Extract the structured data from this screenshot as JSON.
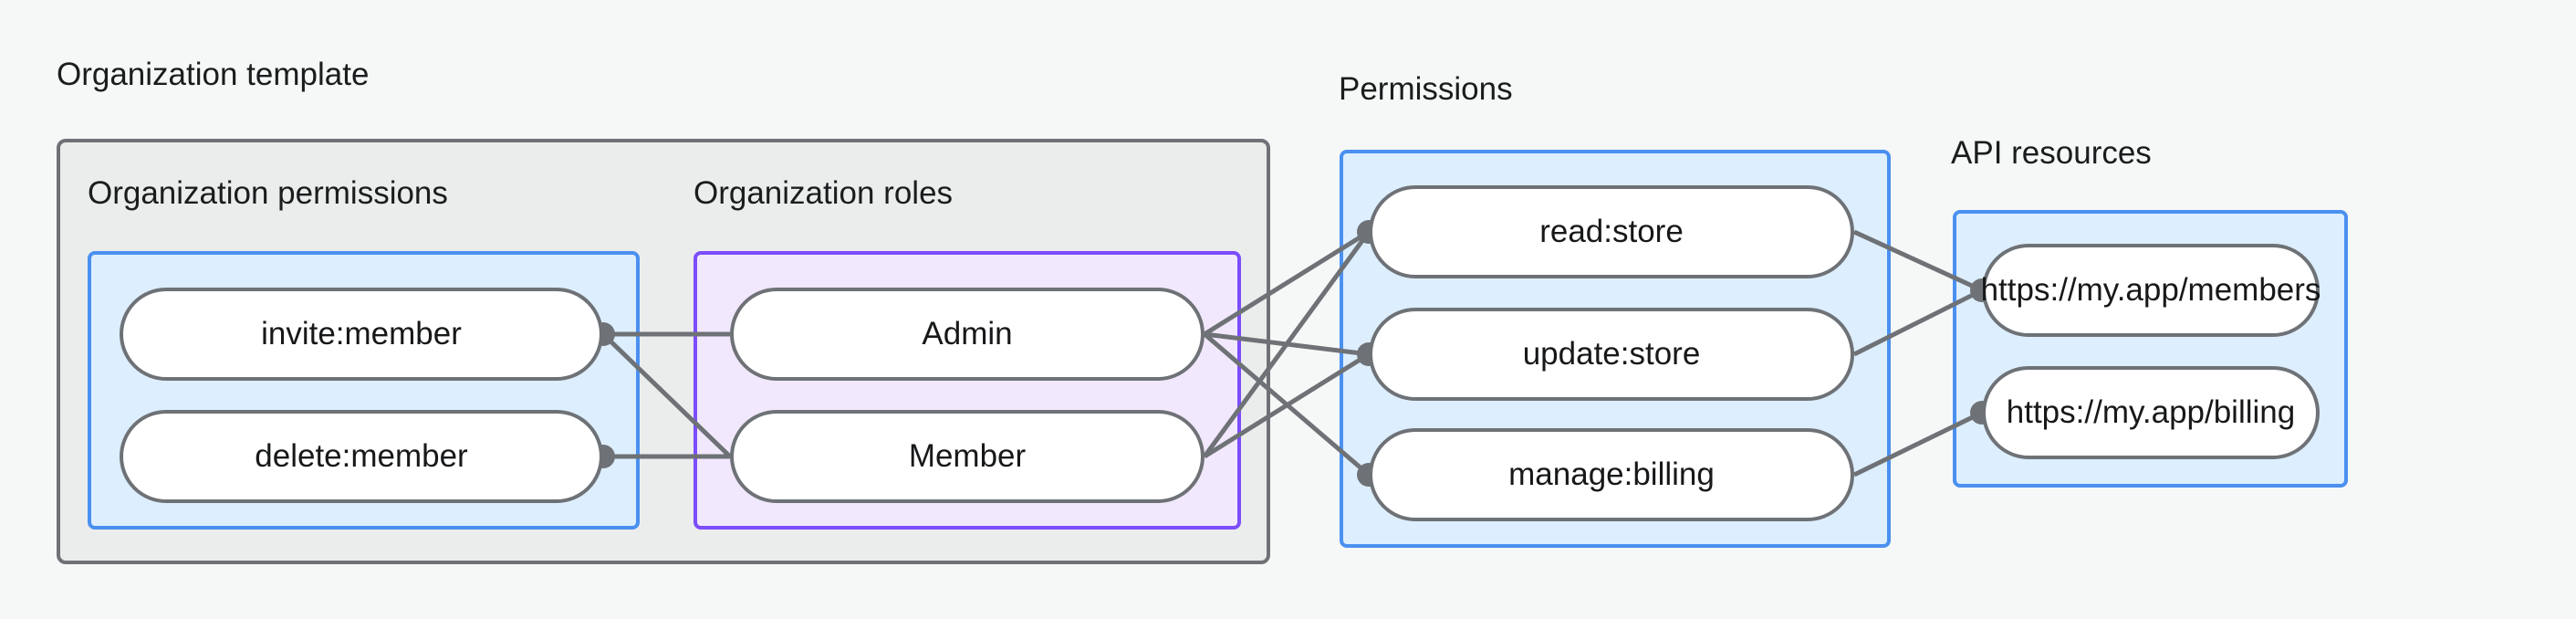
{
  "diagram": {
    "title_org_template": "Organization template",
    "title_permissions": "Permissions",
    "title_api_resources": "API resources",
    "subtitle_org_permissions": "Organization permissions",
    "subtitle_org_roles": "Organization roles",
    "nodes": {
      "org_permissions": [
        "invite:member",
        "delete:member"
      ],
      "org_roles": [
        "Admin",
        "Member"
      ],
      "permissions": [
        "read:store",
        "update:store",
        "manage:billing"
      ],
      "api_resources": [
        "https://my.app/members",
        "https://my.app/billing"
      ]
    },
    "colors": {
      "background": "#f6f7f7",
      "outer_box_fill": "#ebecec",
      "outer_box_border": "#6e7276",
      "blue_box_fill": "#ddeeff",
      "blue_box_border": "#4a90f0",
      "purple_box_fill": "#f2e8fd",
      "purple_box_border": "#7c4dfa",
      "node_fill": "#ffffff",
      "node_border": "#6e7276",
      "edge": "#6e7276",
      "text": "#16181a"
    },
    "edges": [
      {
        "from": "invite:member",
        "to": "Admin"
      },
      {
        "from": "invite:member",
        "to": "Member"
      },
      {
        "from": "delete:member",
        "to": "Member"
      },
      {
        "from": "Admin",
        "to": "read:store"
      },
      {
        "from": "Admin",
        "to": "update:store"
      },
      {
        "from": "Admin",
        "to": "manage:billing"
      },
      {
        "from": "Member",
        "to": "read:store"
      },
      {
        "from": "Member",
        "to": "update:store"
      },
      {
        "from": "read:store",
        "to": "https://my.app/members"
      },
      {
        "from": "update:store",
        "to": "https://my.app/members"
      },
      {
        "from": "manage:billing",
        "to": "https://my.app/billing"
      }
    ]
  }
}
